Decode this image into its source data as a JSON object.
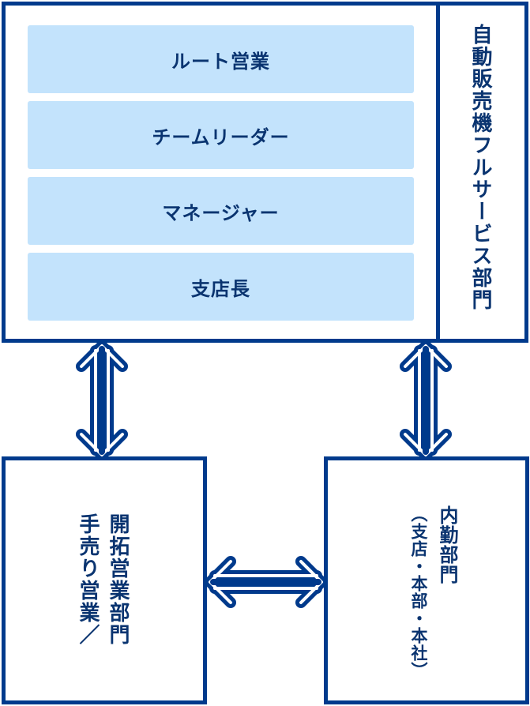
{
  "top_group": {
    "roles": [
      "ルート営業",
      "チームリーダー",
      "マネージャー",
      "支店長"
    ],
    "department": "自動販売機フルサービス部門"
  },
  "bottom_left": {
    "line1": "開拓営業部門",
    "line2": "手売り営業／"
  },
  "bottom_right": {
    "line1": "内勤部門",
    "line2": "（支店・本部・本社）"
  },
  "colors": {
    "border": "#003a8c",
    "role_fill": "#c3e3fc",
    "text": "#0a3470"
  }
}
